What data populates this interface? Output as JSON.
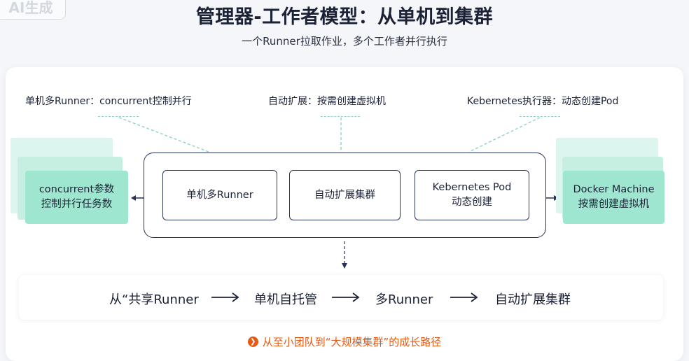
{
  "badge": "AI生成",
  "title": "管理器-工作者模型：从单机到集群",
  "subtitle": "一个Runner拉取作业，多个工作者并行执行",
  "top_labels": [
    "单机多Runner：concurrent控制并行",
    "自动扩展：按需创建虚拟机",
    "Kebernetes执行器：动态创建Pod"
  ],
  "modes": [
    {
      "line1": "单机多Runner",
      "line2": ""
    },
    {
      "line1": "自动扩展集群",
      "line2": ""
    },
    {
      "line1": "Kebernetes Pod",
      "line2": "动态创建"
    }
  ],
  "left_note": {
    "line1": "concurrent参数",
    "line2": "控制并行任务数"
  },
  "right_note": {
    "line1": "Docker Machine",
    "line2": "按需创建虚拟机"
  },
  "flow": [
    "从“共享Runner",
    "单机自托管",
    "多Runner",
    "自动扩展集群"
  ],
  "caption": "从至小团队到“大规模集群”的成长路径",
  "colors": {
    "accent": "#9ee6cf",
    "dark": "#27325a",
    "orange": "#e55a12"
  }
}
